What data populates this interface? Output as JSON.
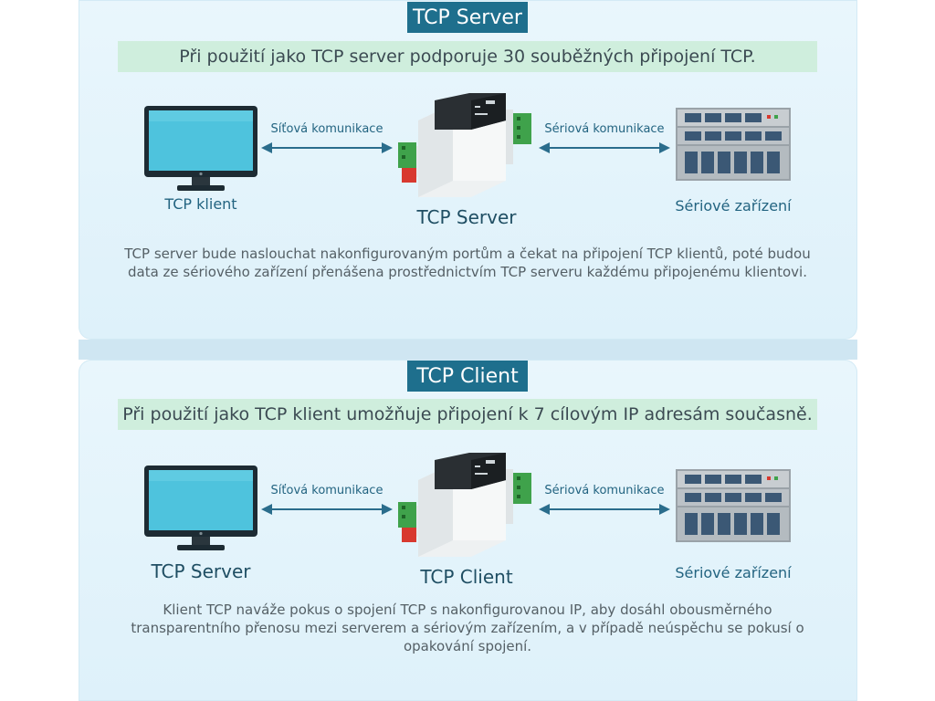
{
  "server_section": {
    "title": "TCP Server",
    "banner": "Při použití jako TCP server podporuje 30 souběžných připojení TCP.",
    "left_label": "TCP klient",
    "center_label": "TCP Server",
    "right_label": "Sériové zařízení",
    "left_link": "Síťová komunikace",
    "right_link": "Sériová komunikace",
    "description": "TCP server bude naslouchat nakonfigurovaným portům a čekat na připojení TCP klientů, poté budou data ze sériového zařízení přenášena prostřednictvím TCP serveru každému připojenému klientovi."
  },
  "client_section": {
    "title": "TCP Client",
    "banner": "Při použití jako TCP klient umožňuje připojení k 7 cílovým IP adresám současně.",
    "left_label": "TCP Server",
    "center_label": "TCP Client",
    "right_label": "Sériové zařízení",
    "left_link": "Síťová komunikace",
    "right_link": "Sériová komunikace",
    "description": "Klient TCP naváže pokus o spojení TCP s nakonfigurovanou IP, aby dosáhl obousměrného transparentního přenosu mezi serverem a sériovým zařízením, a v případě neúspěchu se pokusí o opakování spojení."
  },
  "colors": {
    "heading_bg": "#1e6f8d",
    "banner_bg": "#cfeedd",
    "panel_bg": "#e3f3fb",
    "arrow": "#2a6d8c",
    "monitor_screen": "#4ec3dd"
  }
}
